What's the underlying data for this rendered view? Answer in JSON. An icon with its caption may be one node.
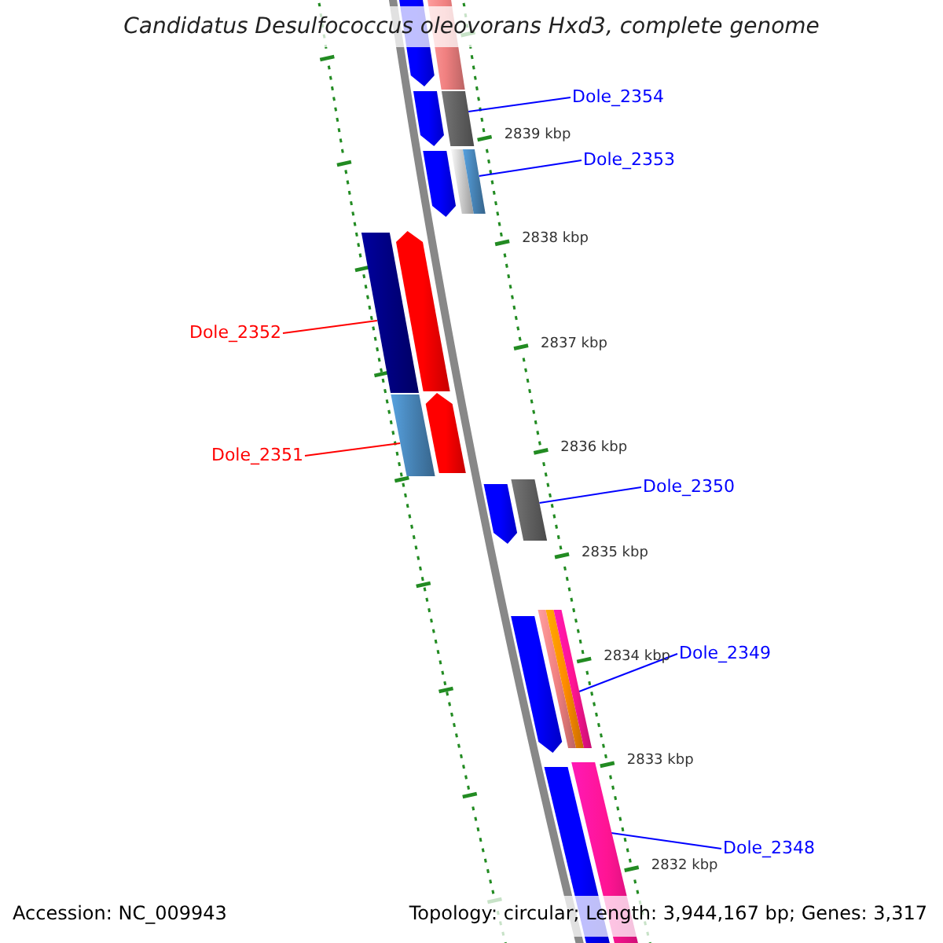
{
  "diagram": {
    "title": "Candidatus Desulfococcus oleovorans Hxd3, complete genome",
    "nodes": [
      {
        "text": [
          "Dole_2354"
        ]
      },
      {
        "text": [
          "Dole_2353"
        ]
      },
      {
        "text": [
          "Dole_2352"
        ]
      },
      {
        "text": [
          "Dole_2351"
        ]
      },
      {
        "text": [
          "Dole_2350"
        ]
      },
      {
        "text": [
          "Dole_2349"
        ]
      },
      {
        "text": [
          "Dole_2348"
        ]
      },
      {
        "text": [],
        "shape": "arrow"
      },
      {
        "text": [],
        "shape": "bar"
      },
      {
        "text": [],
        "shape": "arrow"
      },
      {
        "text": [],
        "shape": "bar"
      },
      {
        "text": [],
        "shape": "bar"
      },
      {
        "text": [],
        "shape": "arrow"
      },
      {
        "text": [],
        "shape": "arrow"
      },
      {
        "text": [],
        "shape": "bar"
      },
      {
        "text": [],
        "shape": "arrow"
      },
      {
        "text": [],
        "shape": "bar"
      },
      {
        "text": [],
        "shape": "bar"
      },
      {
        "text": [],
        "shape": "arrow"
      },
      {
        "text": [],
        "shape": "bar"
      },
      {
        "text": [],
        "shape": "arrow"
      },
      {
        "text": [],
        "shape": "bar"
      },
      {
        "text": [],
        "shape": "bar"
      }
    ],
    "edges": [
      {
        "from": 0,
        "to": 10,
        "arrow": "none"
      },
      {
        "from": 1,
        "to": 11,
        "arrow": "none"
      },
      {
        "from": 2,
        "to": 14,
        "arrow": "none",
        "color": "#ff0000"
      },
      {
        "from": 3,
        "to": 16,
        "arrow": "none",
        "color": "#ff0000"
      },
      {
        "from": 4,
        "to": 17,
        "arrow": "none"
      },
      {
        "from": 5,
        "to": 19,
        "arrow": "none"
      },
      {
        "from": 6,
        "to": 21,
        "arrow": "none"
      }
    ],
    "labels": [
      "2839 kbp",
      "2838 kbp",
      "2837 kbp",
      "2836 kbp",
      "2835 kbp",
      "2834 kbp",
      "2833 kbp",
      "2832 kbp",
      "Accession: NC_009943",
      "Topology: circular; Length: 3,944,167 bp; Genes: 3,317"
    ]
  }
}
